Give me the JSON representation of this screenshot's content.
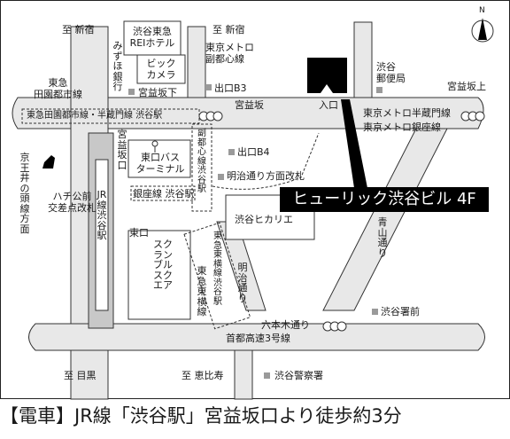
{
  "top_labels": {
    "to_shinjuku_left": "至 新宿",
    "to_shinjuku_right": "至 新宿"
  },
  "bottom_labels": {
    "to_meguro": "至 目黒",
    "to_ebisu": "至 恵比寿"
  },
  "buildings": {
    "tokyu_rei_hotel": "渋谷東急\nREIホテル",
    "bic_camera": "ビック\nカメラ",
    "mizuho_bank": "みずほ銀行",
    "shibuya_hikarie": "渋谷ヒカリエ",
    "scramble_square": "スクランブルスクエア",
    "post_office": "渋谷\n郵便局",
    "police_station": "渋谷警察署",
    "bus_terminal": "東口バス\nターミナル",
    "hachiko": "ハチ公前\n交差点改札"
  },
  "stations": {
    "miyamasuzaka_exit": "宮益坂下",
    "metro_fukutoshin": "東京メトロ\n副都心線",
    "exit_b3": "出口B3",
    "exit_b4": "出口B4",
    "toyoko_den": "東急\n田園都市線",
    "den_line_station": "東急田園都市線・半蔵門線 渋谷駅",
    "hanzomon": "東京メトロ半蔵門線",
    "ginza": "東京メトロ銀座線",
    "ginza_station": "銀座線 渋谷駅",
    "fukutoshin_station": "副都心線渋谷駅",
    "jr_station": "JR線 渋谷駅",
    "keio_line": "京王井の頭線方面",
    "meiji_gate": "明治通り方面改札",
    "east_exit": "東口",
    "miyamasu_exit": "宮益坂口",
    "toyoko_station": "東急東横線渋谷駅",
    "toyoko_line": "東急東横線",
    "entrance": "入口"
  },
  "roads": {
    "miyamasuzaka": "宮益坂",
    "miyamasuzaka_top": "宮益坂上",
    "aoyama": "青山通り",
    "meiji": "明治通り",
    "roppongi": "六本木通り",
    "shutoko": "首都高速3号線",
    "police_front": "渋谷署前"
  },
  "destination": {
    "label": "ヒューリック渋谷ビル 4F"
  },
  "footer": {
    "text": "【電車】JR線「渋谷駅」宮益坂口より徒歩約3分"
  },
  "compass": {
    "letter": "N"
  },
  "colors": {
    "road": "#e8e8e8",
    "road_edge": "#333333",
    "building": "#ffffff",
    "rail": "#c8c8c8",
    "target": "#000000"
  }
}
